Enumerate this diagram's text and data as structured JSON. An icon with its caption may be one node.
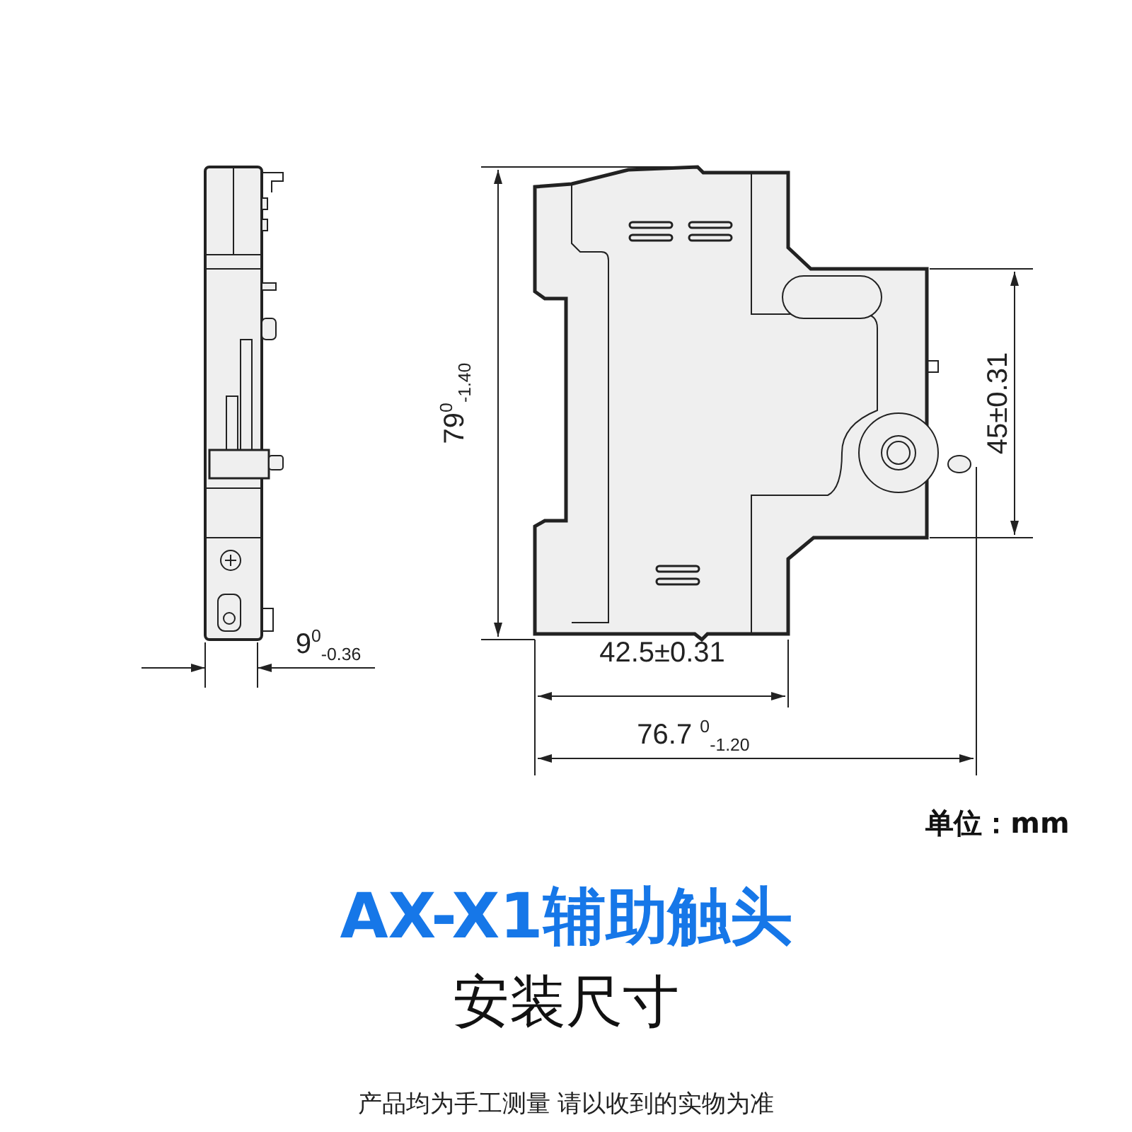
{
  "diagram": {
    "title": "AX-X1辅助触头",
    "labels": [
      "79$^{0}$$_{-1.40}$",
      "45±0.31",
      "9$^{0}$$_{-0.36}$",
      "42.5±0.31",
      "76.7 $^{0}$$_{-1.20}$",
      "单位：mm",
      "安装尺寸"
    ],
    "caption": "产品均为手工测量 请以收到的实物为准"
  }
}
